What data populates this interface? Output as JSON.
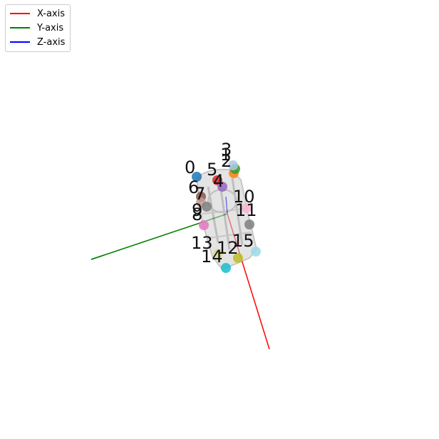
{
  "legend": {
    "items": [
      {
        "label": "X-axis",
        "color": "#ff0000"
      },
      {
        "label": "Y-axis",
        "color": "#008000"
      },
      {
        "label": "Z-axis",
        "color": "#0000ff"
      }
    ]
  },
  "point_labels": [
    "0",
    "1",
    "2",
    "3",
    "4",
    "5",
    "6",
    "7",
    "8",
    "9",
    "10",
    "11",
    "12",
    "13",
    "14",
    "15"
  ],
  "point_colors": [
    "#1f77b4",
    "#ff7f0e",
    "#2ca02c",
    "#aec7e8",
    "#d62728",
    "#9467bd",
    "#8c564b",
    "#c49c94",
    "#e377c2",
    "#7f7f7f",
    "#f7b6d2",
    "#7f7f7f",
    "#bcbd22",
    "#dbdb8d",
    "#17becf",
    "#9edae5"
  ]
}
